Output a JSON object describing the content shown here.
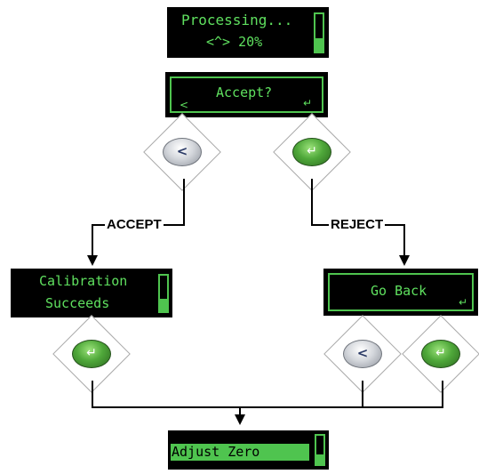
{
  "screens": {
    "processing": {
      "line1": "Processing...",
      "line2": "<^> 20%",
      "progress": 0.35
    },
    "accept_prompt": {
      "text": "Accept?",
      "left_glyph": "<",
      "enter_glyph": "↵"
    },
    "calibration": {
      "line1": "Calibration",
      "line2": "Succeeds",
      "progress": 0.35
    },
    "go_back": {
      "text": "Go Back",
      "enter_glyph": "↵"
    },
    "adjust_zero": {
      "text": "Adjust Zero",
      "progress": 0.35
    }
  },
  "buttons": {
    "left_symbol": "<",
    "enter_symbol": "↵"
  },
  "branches": {
    "accept": "ACCEPT",
    "reject": "REJECT"
  },
  "colors": {
    "display_green": "#5fe05f",
    "frame_green": "#4fc44f",
    "key_gray": "#c9ccd2",
    "key_green": "#4fa83a"
  }
}
